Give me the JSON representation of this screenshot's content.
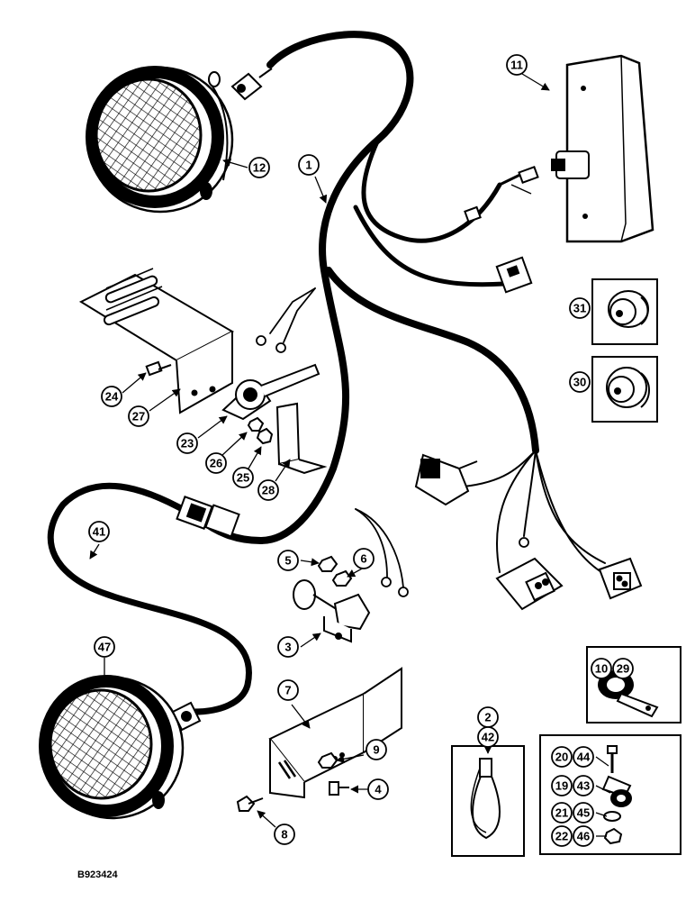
{
  "figure_ref": "B923424",
  "callouts": [
    {
      "id": "c1",
      "label": "1"
    },
    {
      "id": "c2",
      "label": "2"
    },
    {
      "id": "c3",
      "label": "3"
    },
    {
      "id": "c4",
      "label": "4"
    },
    {
      "id": "c5",
      "label": "5"
    },
    {
      "id": "c6",
      "label": "6"
    },
    {
      "id": "c7",
      "label": "7"
    },
    {
      "id": "c8",
      "label": "8"
    },
    {
      "id": "c9",
      "label": "9"
    },
    {
      "id": "c10",
      "label": "10"
    },
    {
      "id": "c11",
      "label": "11"
    },
    {
      "id": "c12",
      "label": "12"
    },
    {
      "id": "c19",
      "label": "19"
    },
    {
      "id": "c20",
      "label": "20"
    },
    {
      "id": "c21",
      "label": "21"
    },
    {
      "id": "c22",
      "label": "22"
    },
    {
      "id": "c23",
      "label": "23"
    },
    {
      "id": "c24",
      "label": "24"
    },
    {
      "id": "c25",
      "label": "25"
    },
    {
      "id": "c26",
      "label": "26"
    },
    {
      "id": "c27",
      "label": "27"
    },
    {
      "id": "c28",
      "label": "28"
    },
    {
      "id": "c29",
      "label": "29"
    },
    {
      "id": "c30",
      "label": "30"
    },
    {
      "id": "c31",
      "label": "31"
    },
    {
      "id": "c41",
      "label": "41"
    },
    {
      "id": "c42",
      "label": "42"
    },
    {
      "id": "c43",
      "label": "43"
    },
    {
      "id": "c44",
      "label": "44"
    },
    {
      "id": "c45",
      "label": "45"
    },
    {
      "id": "c46",
      "label": "46"
    },
    {
      "id": "c47",
      "label": "47"
    }
  ]
}
